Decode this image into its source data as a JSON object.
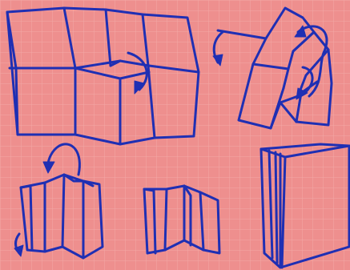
{
  "colors": {
    "background": "#ee8f8e",
    "grid": "#f2a7a4",
    "ink": "#1f2fb3"
  },
  "steps": [
    {
      "id": "unfolded-sheet",
      "icon": "unfolded-grid-sheet"
    },
    {
      "id": "folding-in-progress",
      "icon": "folding-sheet-with-arrows"
    },
    {
      "id": "accordion-fold",
      "icon": "zigzag-book-with-arrow"
    },
    {
      "id": "small-book",
      "icon": "small-open-book"
    },
    {
      "id": "finished-book",
      "icon": "finished-booklet"
    }
  ]
}
